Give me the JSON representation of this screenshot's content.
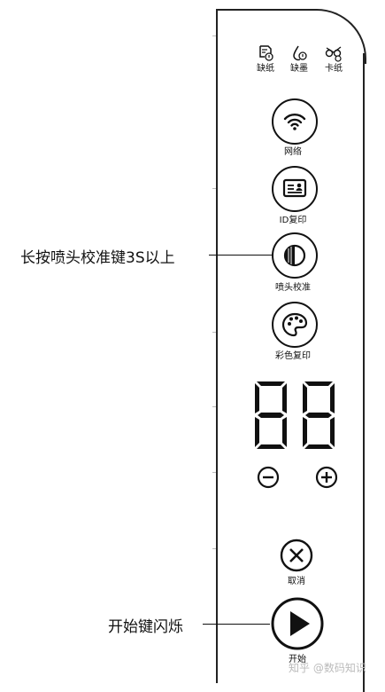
{
  "panel": {
    "status": {
      "paper_out": "缺纸",
      "ink_out": "缺墨",
      "paper_jam": "卡纸"
    },
    "buttons": {
      "network": "网络",
      "id_copy": "ID复印",
      "nozzle": "喷头校准",
      "color_copy": "彩色复印",
      "cancel": "取消",
      "start": "开始"
    },
    "display": {
      "digits": "88"
    },
    "copies": {
      "minus": "−",
      "plus": "+"
    }
  },
  "callouts": {
    "nozzle": "长按喷头校准键3S以上",
    "start": "开始键闪烁"
  },
  "watermark": "知乎 @数码知识"
}
